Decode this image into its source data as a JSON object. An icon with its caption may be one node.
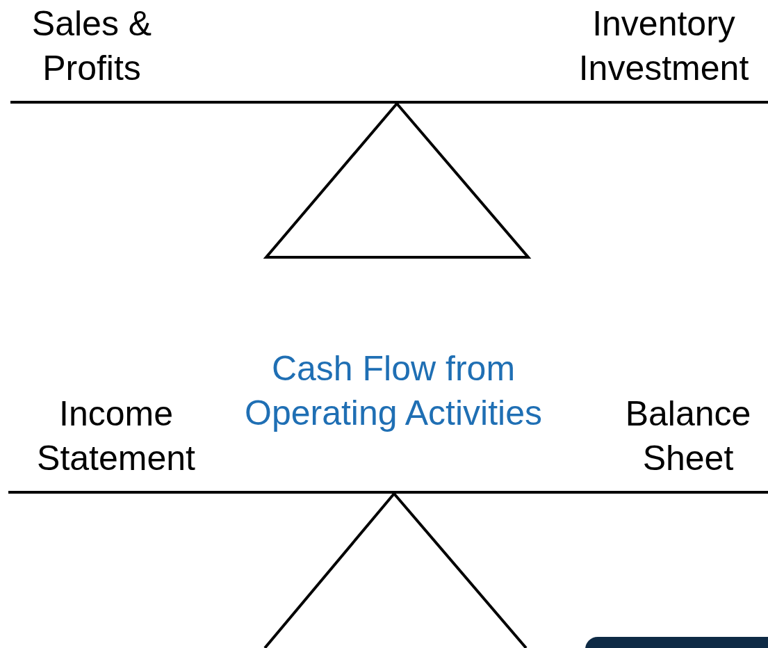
{
  "diagram": {
    "labels": [
      "Sales & Profits",
      "Inventory Investment",
      "Cash Flow from Operating Activities",
      "Income Statement",
      "Balance Sheet"
    ]
  }
}
